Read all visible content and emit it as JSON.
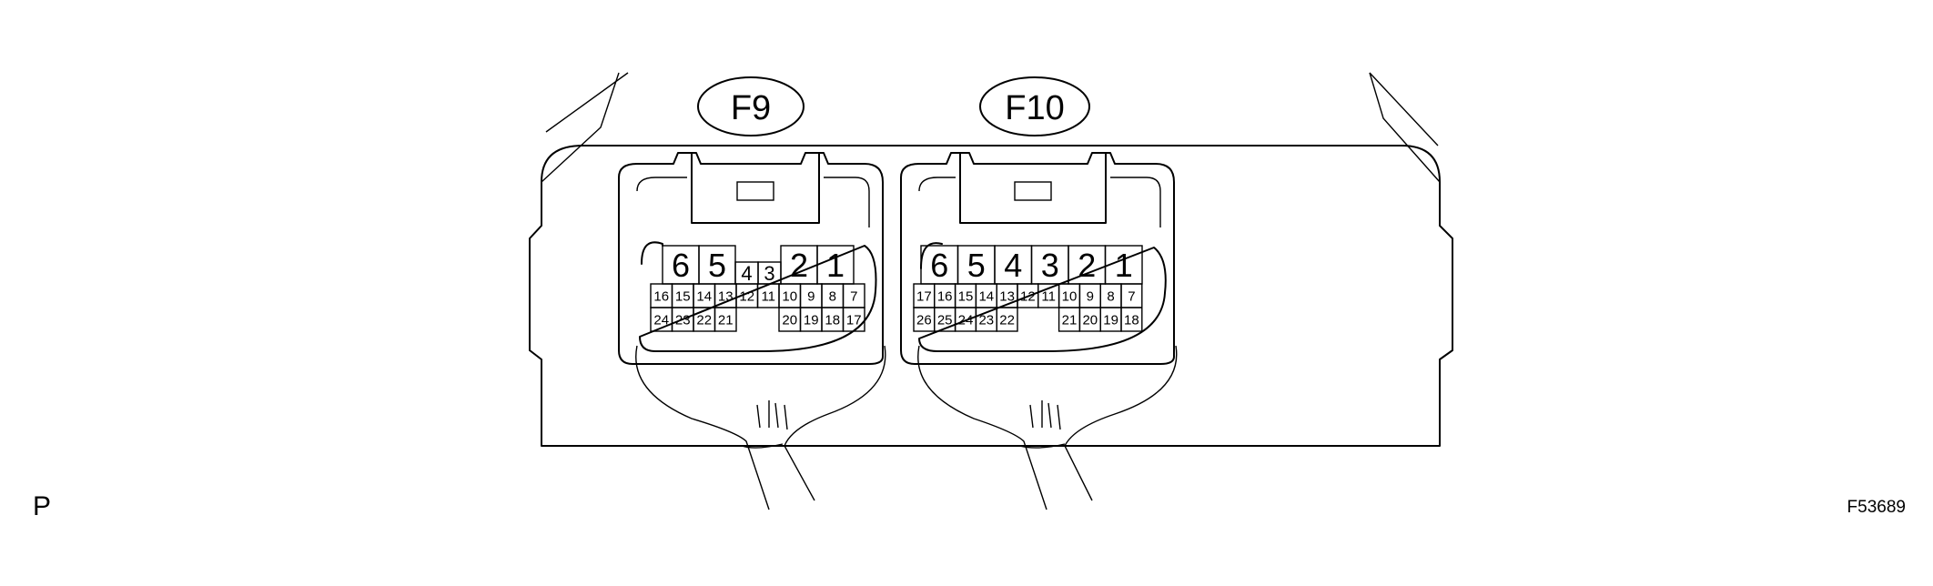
{
  "page_label": "P",
  "figure_id": "F53689",
  "connectors": [
    {
      "id": "F9",
      "top_pins": [
        "6",
        "5",
        "4",
        "3",
        "2",
        "1"
      ],
      "row2": [
        "16",
        "15",
        "14",
        "13",
        "12",
        "11",
        "10",
        "9",
        "8",
        "7"
      ],
      "row3_left": [
        "24",
        "23",
        "22",
        "21"
      ],
      "row3_right": [
        "20",
        "19",
        "18",
        "17"
      ]
    },
    {
      "id": "F10",
      "top_pins": [
        "6",
        "5",
        "4",
        "3",
        "2",
        "1"
      ],
      "row2": [
        "17",
        "16",
        "15",
        "14",
        "13",
        "12",
        "11",
        "10",
        "9",
        "8",
        "7"
      ],
      "row3_left": [
        "26",
        "25",
        "24",
        "23",
        "22"
      ],
      "row3_right": [
        "21",
        "20",
        "19",
        "18"
      ]
    }
  ]
}
